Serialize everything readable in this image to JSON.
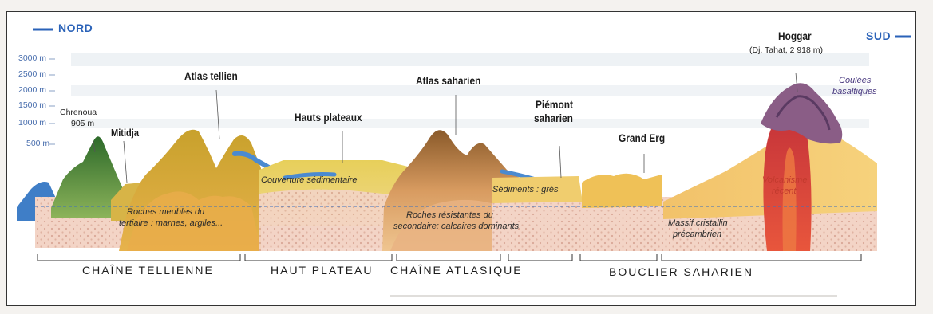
{
  "directions": {
    "north": "NORD",
    "south": "SUD"
  },
  "altitudes": [
    "3000 m",
    "2500 m",
    "2000 m",
    "1500 m",
    "1000 m",
    "500 m"
  ],
  "places": {
    "chrenoua": "Chrenoua",
    "chrenoua_alt": "905 m",
    "mitidja": "Mitidja",
    "atlas_tellien": "Atlas tellien",
    "hauts_plateaux": "Hauts plateaux",
    "atlas_saharien": "Atlas saharien",
    "piemont_l1": "Piémont",
    "piemont_l2": "saharien",
    "grand_erg": "Grand Erg",
    "hoggar": "Hoggar",
    "hoggar_sub": "(Dj. Tahat, 2 918 m)"
  },
  "rocks": {
    "meubles_l1": "Roches meubles du",
    "meubles_l2": "tertiaire : marnes, argiles...",
    "couverture": "Couverture sédimentaire",
    "resistantes_l1": "Roches résistantes du",
    "resistantes_l2": "secondaire: calcaires dominants",
    "sediments": "Sédiments : grès",
    "massif_l1": "Massif cristallin",
    "massif_l2": "précambrien",
    "volcanic_l1": "Volcanisme",
    "volcanic_l2": "récent"
  },
  "coulees": {
    "l1": "Coulées",
    "l2": "basaltiques"
  },
  "regions": [
    "CHAÎNE TELLIENNE",
    "HAUT PLATEAU",
    "CHAÎNE ATLASIQUE",
    "BOUCLIER SAHARIEN"
  ]
}
